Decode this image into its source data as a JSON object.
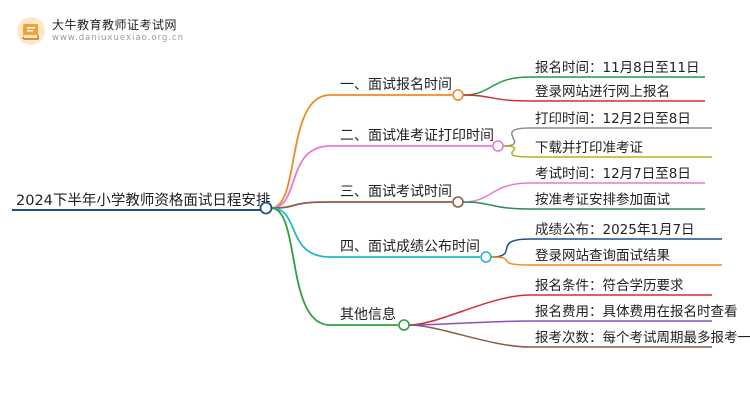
{
  "brand": {
    "title": "大牛教育教师证考试网",
    "url": "www.daniuxuexiao.org.cn"
  },
  "mindmap": {
    "root": {
      "label": "2024下半年小学教师资格面试日程安排",
      "color": "#1f4e8c"
    },
    "branches": [
      {
        "label": "一、面试报名时间",
        "color": "#f08a24",
        "children": [
          {
            "label": "报名时间：11月8日至11日",
            "color": "#1f9c3a"
          },
          {
            "label": "登录网站进行网上报名",
            "color": "#d32f2f"
          }
        ]
      },
      {
        "label": "二、面试准考证打印时间",
        "color": "#e879d8",
        "children": [
          {
            "label": "打印时间：12月2日至8日",
            "color": "#8c8c8c"
          },
          {
            "label": "下载并打印准考证",
            "color": "#b5b01e"
          }
        ]
      },
      {
        "label": "三、面试考试时间",
        "color": "#8a5a4a",
        "children": [
          {
            "label": "考试时间：12月7日至8日",
            "color": "#e879d8"
          },
          {
            "label": "按准考证安排参加面试",
            "color": "#2e8b57"
          }
        ]
      },
      {
        "label": "四、面试成绩公布时间",
        "color": "#22b8c8",
        "children": [
          {
            "label": "成绩公布：2025年1月7日",
            "color": "#1f4e8c"
          },
          {
            "label": "登录网站查询面试结果",
            "color": "#f08a24"
          }
        ]
      },
      {
        "label": "其他信息",
        "color": "#2ea043",
        "children": [
          {
            "label": "报名条件：符合学历要求",
            "color": "#d32f2f"
          },
          {
            "label": "报名费用：具体费用在报名时查看",
            "color": "#8a4fbf"
          },
          {
            "label": "报考次数：每个考试周期最多报考一次",
            "color": "#8a5a4a"
          }
        ]
      }
    ]
  }
}
